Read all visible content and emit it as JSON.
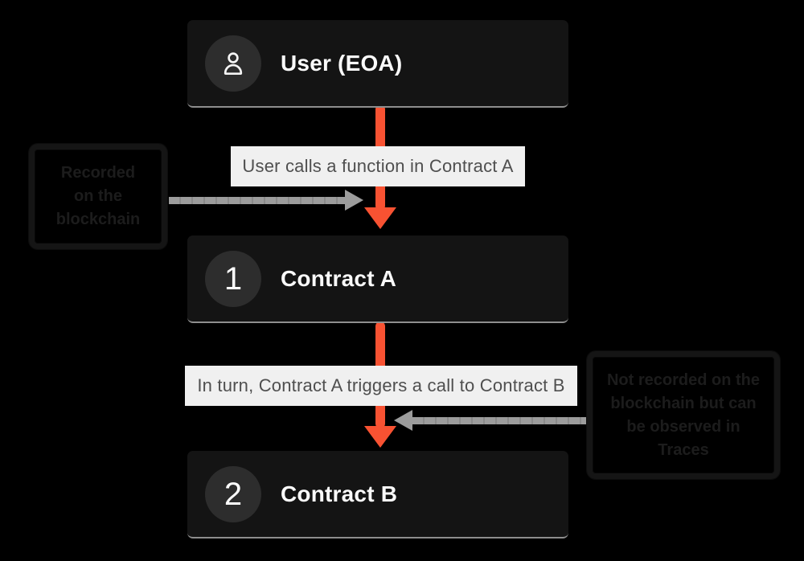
{
  "colors": {
    "background": "#000000",
    "node_bg": "#141414",
    "node_underline": "#8e8e8e",
    "circle_bg": "#2d2d2d",
    "title_text": "#fafafa",
    "accent_orange": "#f85232",
    "label_bg": "#f0f0f0",
    "label_text": "#4f4f4f",
    "gray_arrow": "#9c9c9c",
    "annotation_border": "#151515",
    "annotation_text": "#1c1c1c"
  },
  "flow": {
    "nodes": [
      {
        "id": "user-eoa",
        "icon": "user-icon",
        "title": "User (EOA)"
      },
      {
        "id": "contract-a",
        "badge": "1",
        "title": "Contract A"
      },
      {
        "id": "contract-b",
        "badge": "2",
        "title": "Contract B"
      }
    ],
    "edge_labels": [
      "User calls a function in Contract A",
      "In turn, Contract A triggers a call to Contract B"
    ]
  },
  "annotations": {
    "left": {
      "text": "Recorded on the blockchain",
      "lines": [
        "Recorded",
        "on the",
        "blockchain"
      ]
    },
    "right": {
      "text": "Not recorded on the blockchain but can be observed in Traces",
      "lines": [
        "Not recorded on the",
        "blockchain but can",
        "be observed in",
        "Traces"
      ]
    }
  }
}
